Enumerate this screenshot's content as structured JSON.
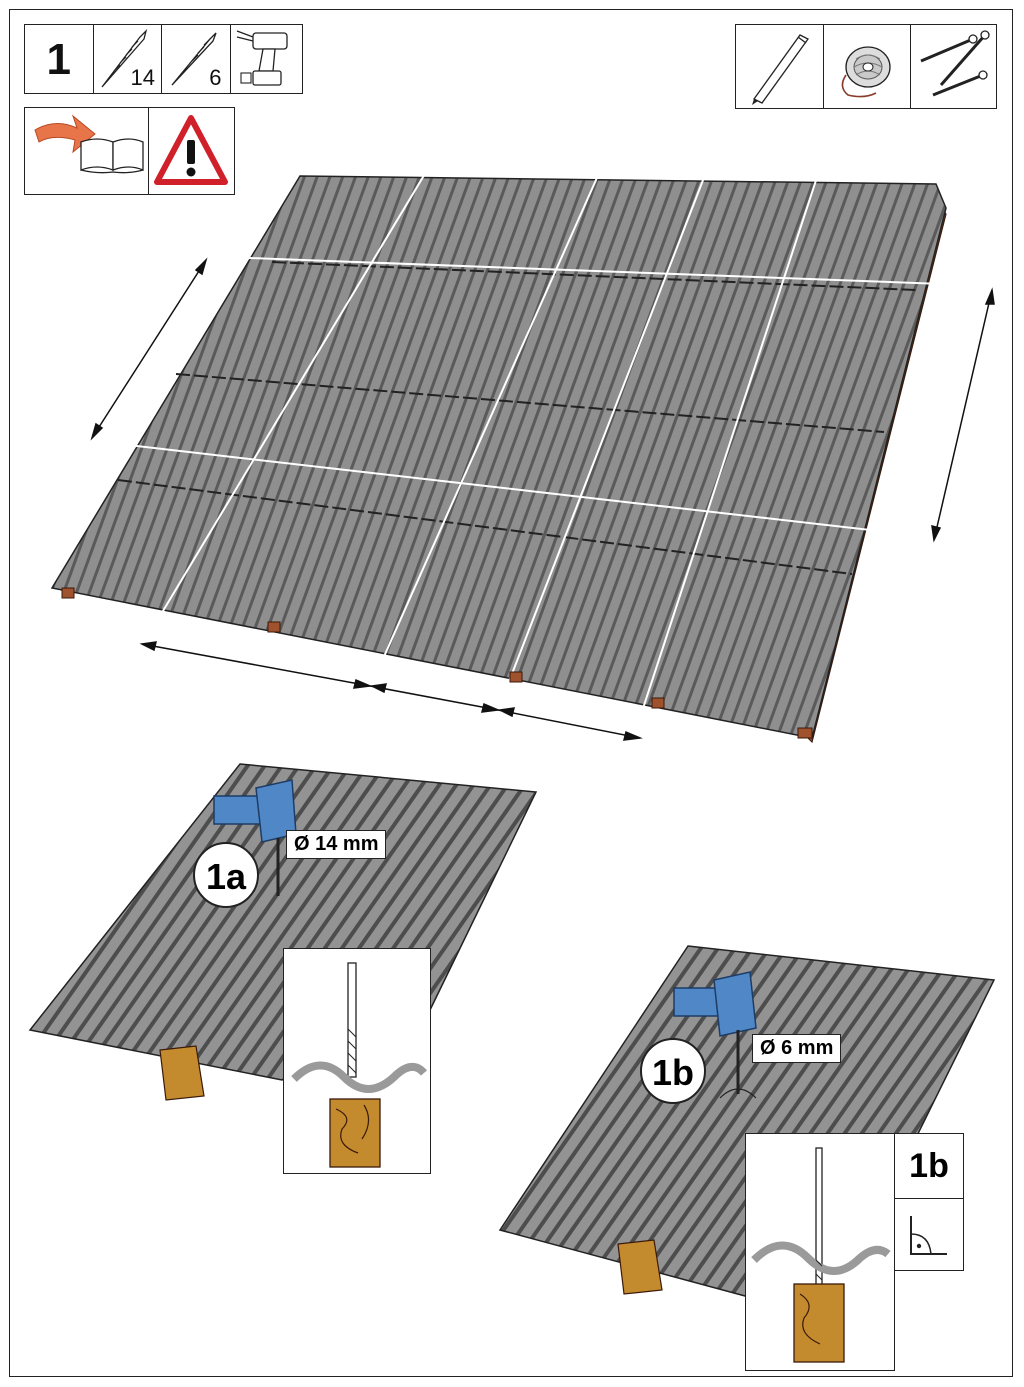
{
  "step": {
    "number": "1"
  },
  "tools": {
    "drill_bit_large_size": "14",
    "drill_bit_small_size": "6",
    "icons": [
      "masonry-drill-bit-icon",
      "wood-drill-bit-icon",
      "cordless-drill-icon"
    ]
  },
  "materials": {
    "icons": [
      "pencil-icon",
      "cord-reel-icon",
      "screws-icon"
    ]
  },
  "notices": {
    "icons": [
      "read-manual-icon",
      "warning-icon"
    ]
  },
  "substep_a": {
    "badge": "1a",
    "drill_diameter": "Ø 14 mm"
  },
  "substep_b": {
    "badge": "1b",
    "drill_diameter": "Ø 6 mm",
    "inset_label": "1b",
    "inset_icon": "right-angle-icon"
  },
  "colors": {
    "roof_tile": "#8f8f8f",
    "roof_tile_dark": "#6e6e6e",
    "batten_wood": "#a0522d",
    "drill_blue": "#4f87c7",
    "beam_wood": "#c48a2e",
    "warning_red": "#d0202a"
  }
}
